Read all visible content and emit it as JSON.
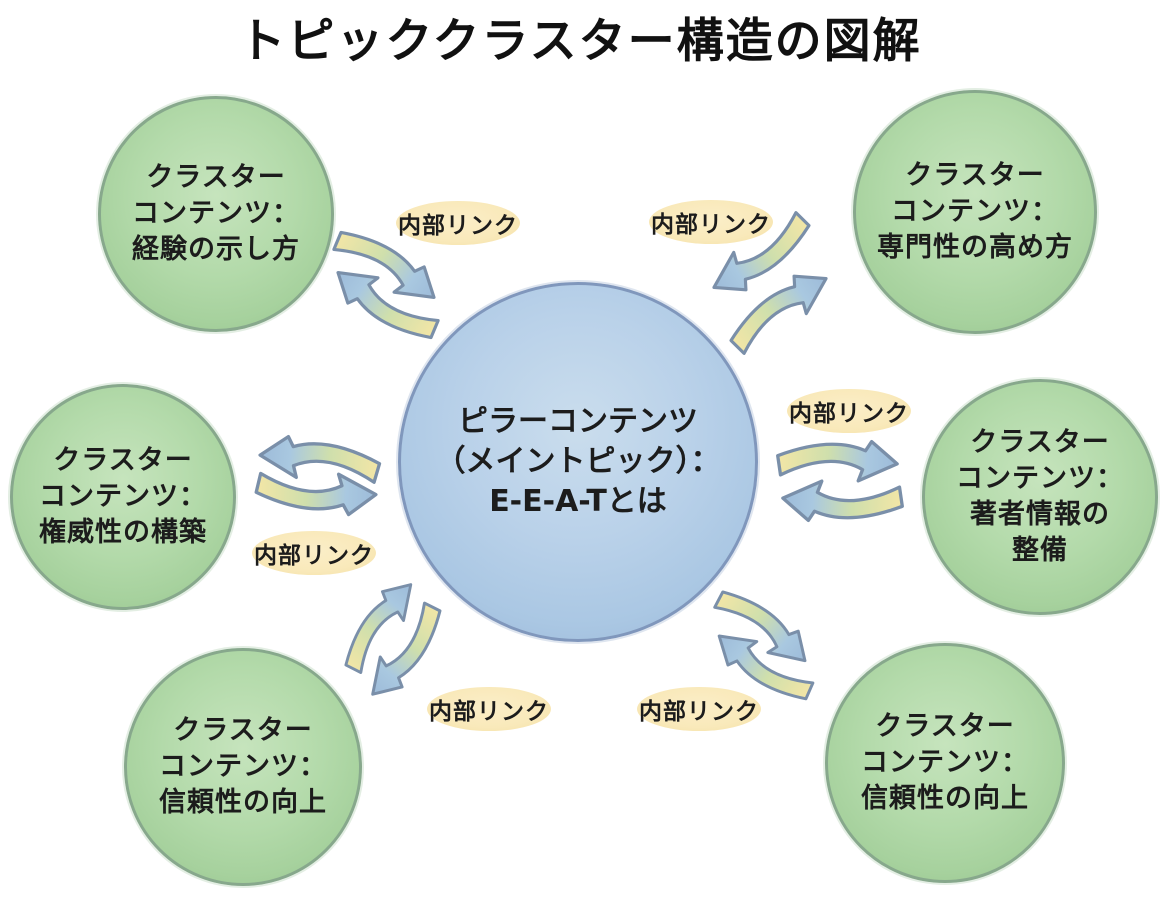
{
  "title": "トピッククラスター構造の図解",
  "pillar": {
    "text": "ピラーコンテンツ\n（メイントピック）：\nE-E-A-Tとは"
  },
  "clusters": [
    {
      "id": "experience",
      "position": "top-left",
      "text": "クラスター\nコンテンツ：\n経験の示し方"
    },
    {
      "id": "expertise",
      "position": "top-right",
      "text": "クラスター\nコンテンツ：\n専門性の高め方"
    },
    {
      "id": "authority",
      "position": "middle-left",
      "text": "クラスター\nコンテンツ：\n権威性の構築"
    },
    {
      "id": "author-info",
      "position": "middle-right",
      "text": "クラスター\nコンテンツ：\n著者情報の\n整備"
    },
    {
      "id": "trust-left",
      "position": "bottom-left",
      "text": "クラスター\nコンテンツ：\n信頼性の向上"
    },
    {
      "id": "trust-right",
      "position": "bottom-right",
      "text": "クラスター\nコンテンツ：\n信頼性の向上"
    }
  ],
  "links": [
    {
      "position": "top-left",
      "label": "内部リンク"
    },
    {
      "position": "top-right",
      "label": "内部リンク"
    },
    {
      "position": "middle-right",
      "label": "内部リンク"
    },
    {
      "position": "middle-left",
      "label": "内部リンク"
    },
    {
      "position": "bottom-left",
      "label": "内部リンク"
    },
    {
      "position": "bottom-right",
      "label": "内部リンク"
    }
  ],
  "colors": {
    "background": "#FFFFFF",
    "title_text": "#111111",
    "cluster_fill": "#AFD7A7",
    "cluster_border": "#87A88C",
    "pillar_fill": "#AECBE6",
    "pillar_border": "#8097BC",
    "label_fill": "#FAEAC0",
    "label_text": "#1C1C1C",
    "arrow_yellow": "#F3E6A6",
    "arrow_green": "#CFDFAC",
    "arrow_blue": "#9DBBD9",
    "arrow_outline": "#7A8FA9"
  }
}
